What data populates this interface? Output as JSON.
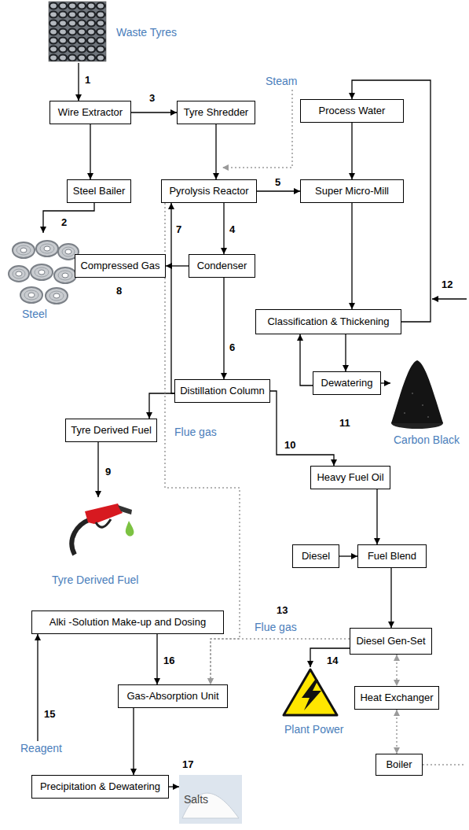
{
  "diagram": {
    "nodes": [
      {
        "text": [
          "Waste Tyres"
        ]
      },
      {
        "text": [
          "Wire Extractor"
        ]
      },
      {
        "text": [
          "Tyre Shredder"
        ]
      },
      {
        "text": [
          "Process Water"
        ]
      },
      {
        "text": [
          "Steel Bailer"
        ]
      },
      {
        "text": [
          "Pyrolysis Reactor"
        ]
      },
      {
        "text": [
          "Super Micro-Mill"
        ]
      },
      {
        "text": [
          "Steel"
        ]
      },
      {
        "text": [
          "Compressed Gas"
        ]
      },
      {
        "text": [
          "Condenser"
        ]
      },
      {
        "text": [
          "Classification & Thickening"
        ]
      },
      {
        "text": [
          "Distillation Column"
        ]
      },
      {
        "text": [
          "Dewatering"
        ]
      },
      {
        "text": [
          "Carbon Black"
        ]
      },
      {
        "text": [
          "Tyre Derived Fuel"
        ]
      },
      {
        "text": [
          "Heavy Fuel Oil"
        ]
      },
      {
        "text": [
          "Tyre Derived Fuel"
        ]
      },
      {
        "text": [
          "Diesel"
        ]
      },
      {
        "text": [
          "Fuel Blend"
        ]
      },
      {
        "text": [
          "Alki -Solution Make-up and Dosing"
        ]
      },
      {
        "text": [
          "Diesel Gen-Set"
        ]
      },
      {
        "text": [
          "Plant Power"
        ]
      },
      {
        "text": [
          "Heat Exchanger"
        ]
      },
      {
        "text": [
          "Gas-Absorption Unit"
        ]
      },
      {
        "text": [
          "Reagent"
        ]
      },
      {
        "text": [
          "Boiler"
        ]
      },
      {
        "text": [
          "Precipitation & Dewatering"
        ]
      },
      {
        "text": [
          "Salts"
        ]
      }
    ],
    "edges": [
      {
        "from": 0,
        "to": 1,
        "arrow": "to"
      },
      {
        "from": 1,
        "to": 2,
        "arrow": "to"
      },
      {
        "from": 1,
        "to": 4,
        "arrow": "to"
      },
      {
        "from": 4,
        "to": 7,
        "arrow": "to"
      },
      {
        "from": 2,
        "to": 5,
        "arrow": "to"
      },
      {
        "from": 5,
        "to": 6,
        "arrow": "to"
      },
      {
        "from": 5,
        "to": 9,
        "arrow": "to"
      },
      {
        "from": 3,
        "to": 6,
        "arrow": "to"
      },
      {
        "from": 10,
        "to": 3,
        "arrow": "to"
      },
      {
        "from": 9,
        "to": 8,
        "arrow": "to"
      },
      {
        "from": 9,
        "to": 11,
        "arrow": "to"
      },
      {
        "from": 11,
        "to": 5,
        "arrow": "to"
      },
      {
        "from": 6,
        "to": 10,
        "arrow": "to"
      },
      {
        "from": 10,
        "to": 12,
        "arrow": "to"
      },
      {
        "from": 12,
        "to": 10,
        "arrow": "to"
      },
      {
        "from": 12,
        "to": 13,
        "arrow": "to"
      },
      {
        "from": 11,
        "to": 14,
        "arrow": "to"
      },
      {
        "from": 5,
        "to": 23,
        "label": "Flue gas",
        "arrow": "to"
      },
      {
        "from": 11,
        "to": 15,
        "arrow": "to"
      },
      {
        "from": 14,
        "to": 16,
        "arrow": "to"
      },
      {
        "from": 15,
        "to": 18,
        "arrow": "to"
      },
      {
        "from": 17,
        "to": 18,
        "arrow": "to"
      },
      {
        "from": 18,
        "to": 20,
        "arrow": "to"
      },
      {
        "from": 20,
        "to": 23,
        "label": "Flue gas",
        "arrow": "to"
      },
      {
        "from": 20,
        "to": 21,
        "arrow": "to"
      },
      {
        "from": 20,
        "to": 22,
        "arrow": "both"
      },
      {
        "from": 22,
        "to": 25,
        "arrow": "both"
      },
      {
        "from": 24,
        "to": 19,
        "arrow": "to"
      },
      {
        "from": 19,
        "to": 23,
        "arrow": "to"
      },
      {
        "from": 23,
        "to": 26,
        "arrow": "to"
      },
      {
        "from": 26,
        "to": 27,
        "arrow": "to"
      }
    ],
    "labels": [
      "1",
      "3",
      "Steam",
      "2",
      "7",
      "4",
      "5",
      "8",
      "12",
      "6",
      "11",
      "10",
      "9",
      "13",
      "16",
      "14",
      "15",
      "17"
    ]
  }
}
